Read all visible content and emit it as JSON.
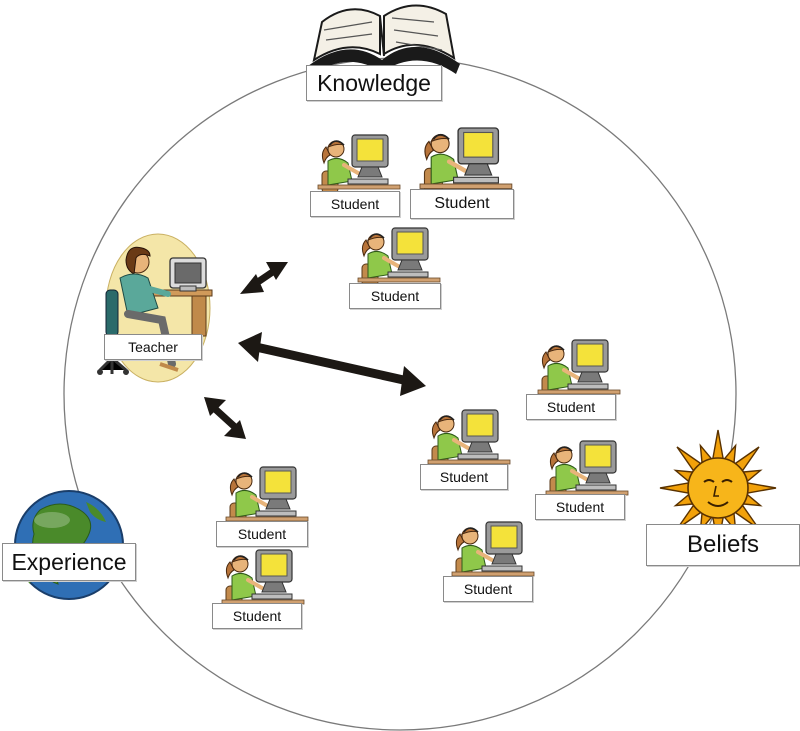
{
  "labels": {
    "knowledge": "Knowledge",
    "experience": "Experience",
    "beliefs": "Beliefs",
    "teacher": "Teacher",
    "student": "Student"
  },
  "icons": {
    "book": "open-book-icon",
    "globe": "globe-icon",
    "sun": "sun-icon",
    "teacher": "teacher-at-computer-icon",
    "student": "student-at-computer-icon"
  },
  "colors": {
    "circle": "#7a7a7a",
    "arrow": "#1c1814",
    "globe_ocean": "#2f6fb5",
    "globe_land": "#4a8a2a",
    "sun": "#f2a10a",
    "student_shirt": "#8fc84a",
    "monitor_screen": "#f4e23a",
    "teacher_bg": "#f4e6a8"
  }
}
